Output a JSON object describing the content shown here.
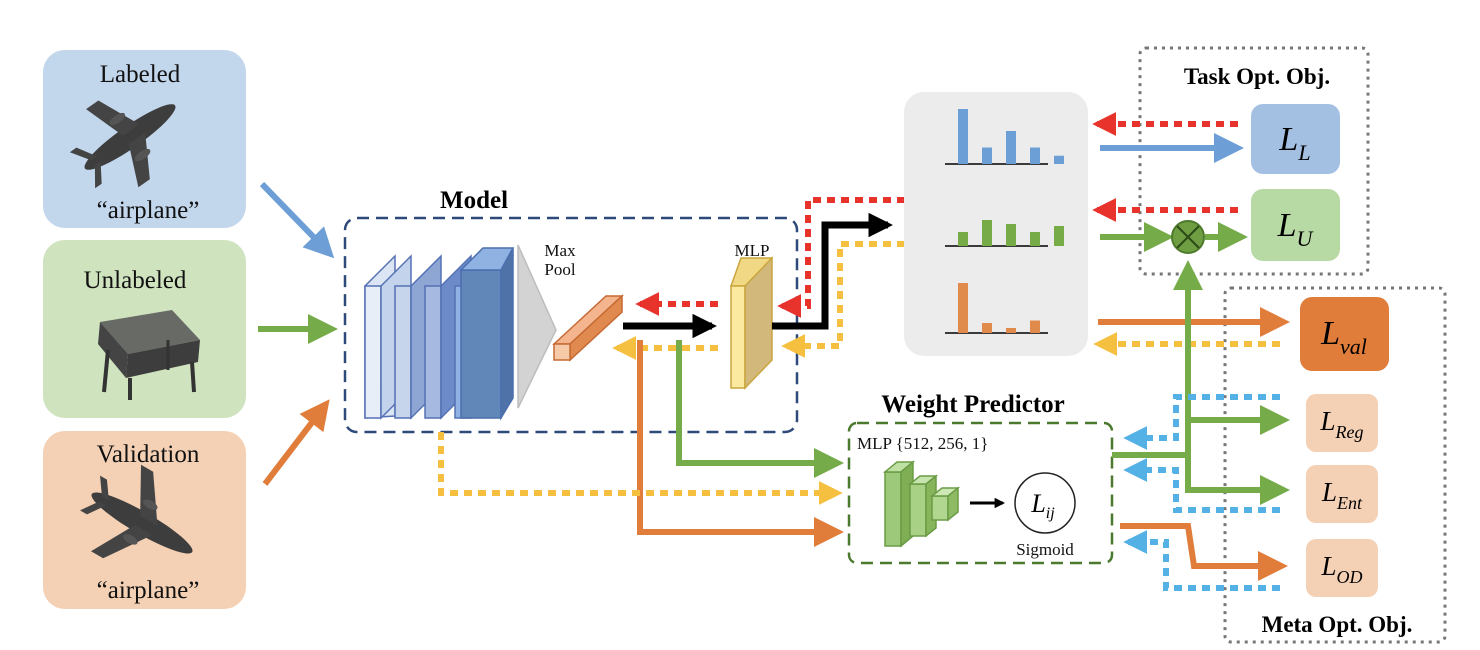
{
  "inputs": {
    "labeled": {
      "title": "Labeled",
      "caption": "“airplane”"
    },
    "unlabeled": {
      "title": "Unlabeled"
    },
    "validation": {
      "title": "Validation",
      "caption": "“airplane”"
    }
  },
  "model": {
    "title": "Model",
    "maxpool_label_1": "Max",
    "maxpool_label_2": "Pool",
    "mlp_label": "MLP"
  },
  "weight_predictor": {
    "title": "Weight Predictor",
    "mlp_label": "MLP {512, 256, 1}",
    "output_symbol": "L",
    "output_subscript": "ij",
    "sigmoid_label": "Sigmoid"
  },
  "task_objective": {
    "title": "Task Opt. Obj.",
    "loss_labeled": {
      "symbol": "L",
      "subscript": "L"
    },
    "loss_unlabeled": {
      "symbol": "L",
      "subscript": "U"
    }
  },
  "meta_objective": {
    "title": "Meta Opt. Obj.",
    "loss_val": {
      "symbol": "L",
      "subscript": "val"
    },
    "loss_reg": {
      "symbol": "L",
      "subscript": "Reg"
    },
    "loss_ent": {
      "symbol": "L",
      "subscript": "Ent"
    },
    "loss_od": {
      "symbol": "L",
      "subscript": "OD"
    }
  },
  "prediction_histograms": [
    {
      "name": "labeled",
      "color": "#6c9fd6",
      "bins": [
        1.0,
        0.3,
        0.6,
        0.3,
        0.15
      ]
    },
    {
      "name": "unlabeled",
      "color": "#76ab48",
      "bins": [
        0.35,
        0.65,
        0.55,
        0.35,
        0.5
      ]
    },
    {
      "name": "validation",
      "color": "#e08a4c",
      "bins": [
        1.0,
        0.2,
        0.1,
        0.25
      ]
    }
  ],
  "colors": {
    "labeled_flow": "#6d9fd6",
    "unlabeled_flow": "#75ab49",
    "validation_flow": "#e07d3b",
    "task_grad": "#e8332c",
    "meta_grad_yellow": "#f5c040",
    "meta_grad_blue": "#53b1e6",
    "forward": "#000000",
    "labeled_box": "#c2d6ec",
    "unlabeled_box": "#cfe3bf",
    "validation_box": "#f4d0b4"
  }
}
